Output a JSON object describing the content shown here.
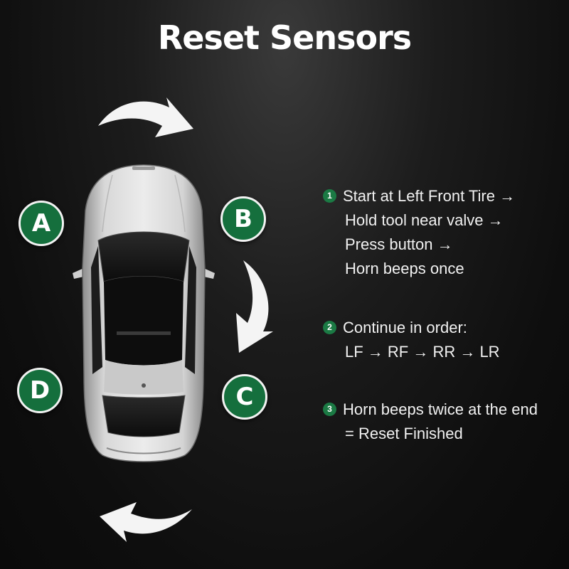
{
  "title": "Reset Sensors",
  "badges": {
    "a": "A",
    "b": "B",
    "c": "C",
    "d": "D"
  },
  "steps": [
    {
      "number": "1",
      "lines": [
        "Start at Left Front Tire →",
        "Hold tool near valve →",
        "Press button →",
        "Horn beeps once"
      ]
    },
    {
      "number": "2",
      "lines": [
        "Continue in order:",
        "LF → RF → RR → LR"
      ]
    },
    {
      "number": "3",
      "lines": [
        "Horn beeps twice at the end",
        "= Reset Finished"
      ]
    }
  ],
  "colors": {
    "badge": "#156f3d",
    "background": "#111111",
    "text": "#ffffff"
  },
  "icons": {
    "arrows": [
      "curved-arrow-top-icon",
      "curved-arrow-right-icon",
      "curved-arrow-bottom-icon"
    ],
    "vehicle": "car-top-view-icon"
  }
}
